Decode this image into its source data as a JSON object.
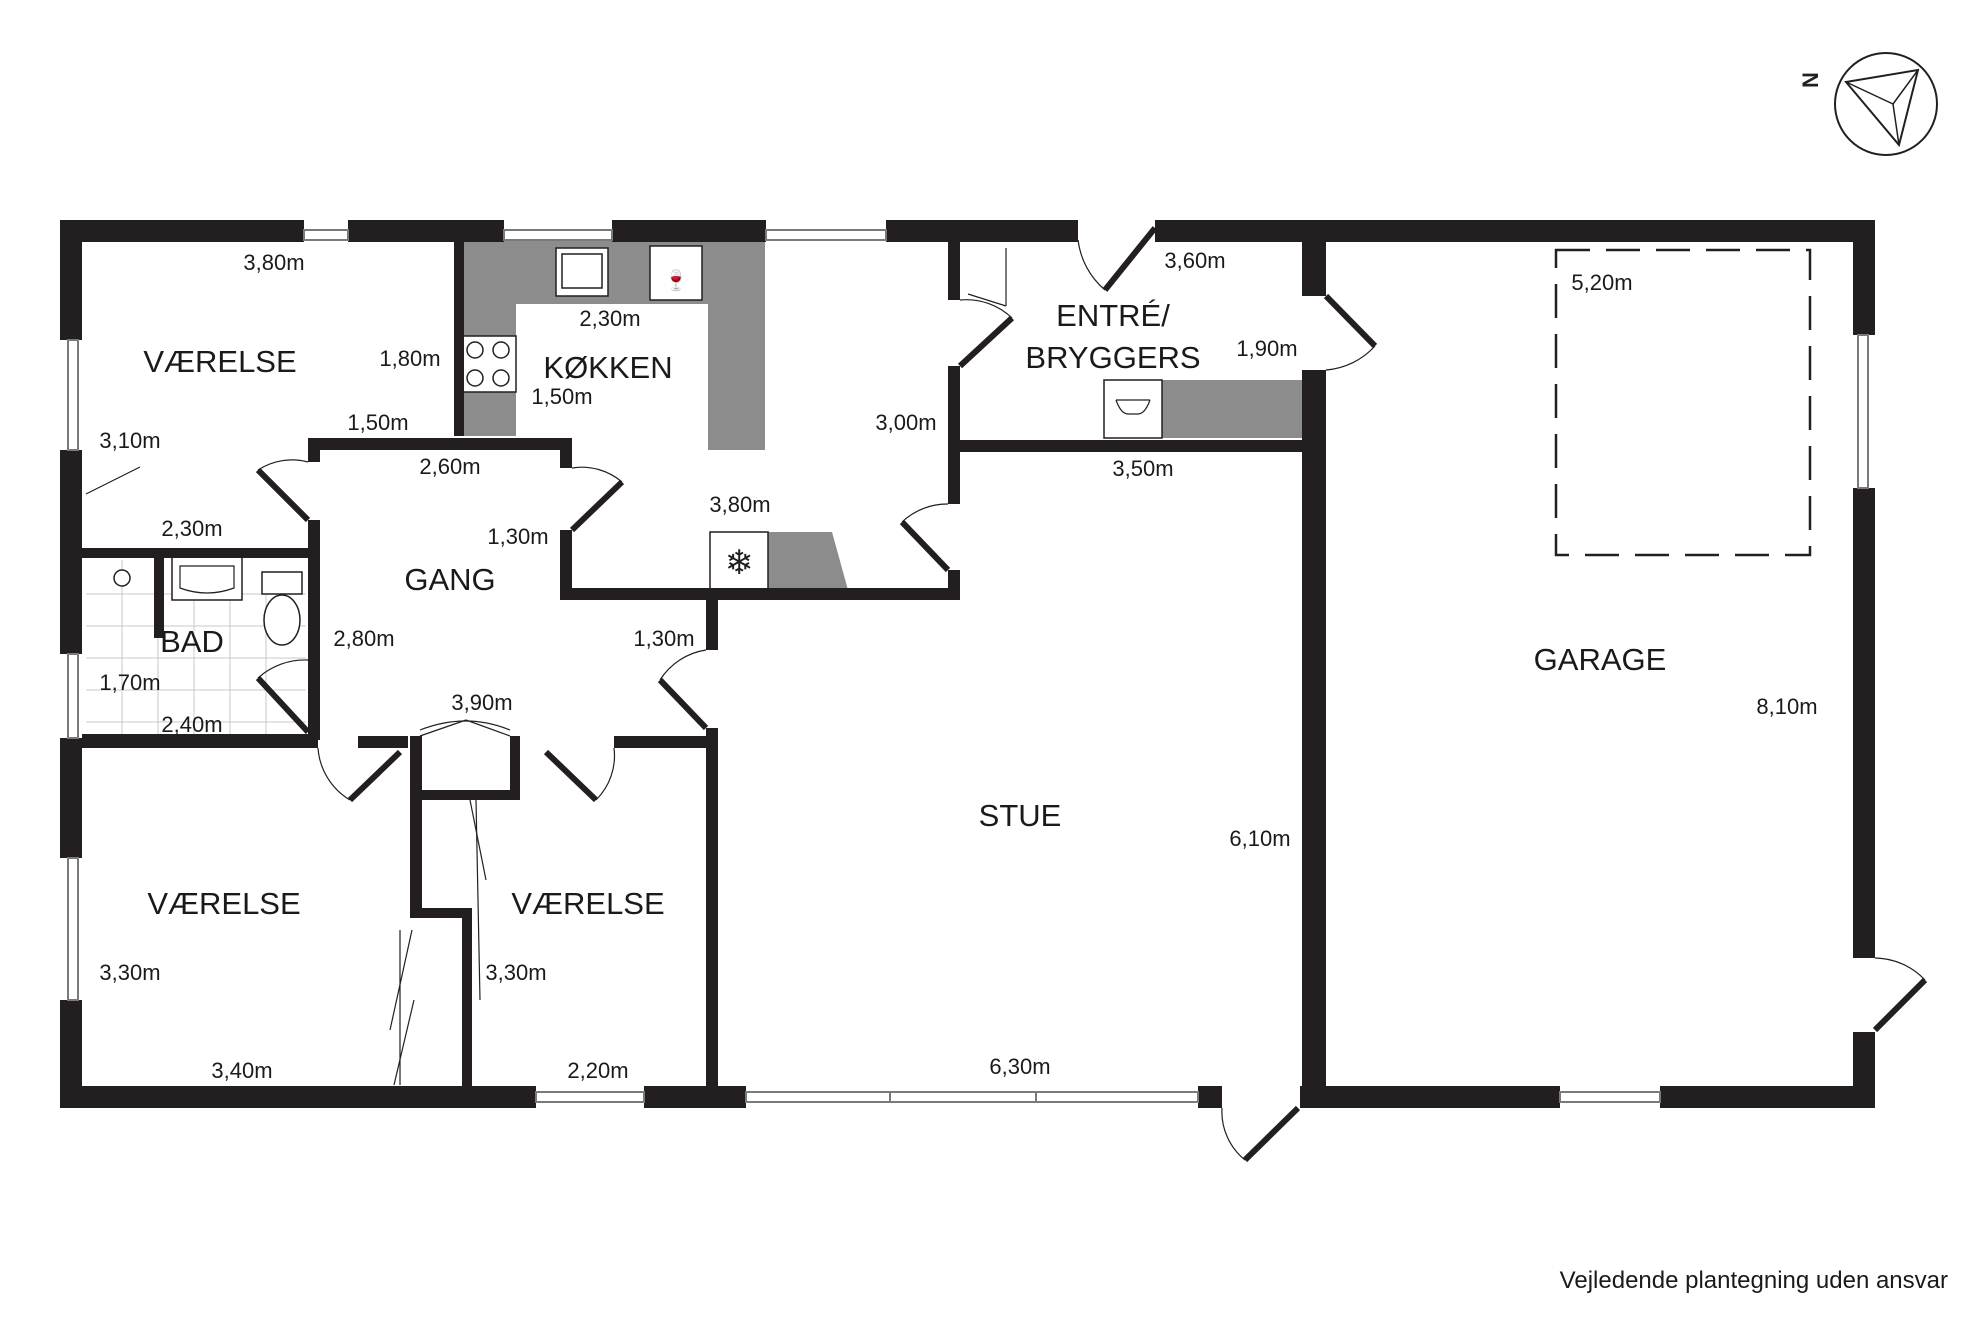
{
  "rooms": {
    "vaerelse_top": "VÆRELSE",
    "koekken": "KØKKEN",
    "entre_line1": "ENTRÉ/",
    "entre_line2": "BRYGGERS",
    "gang": "GANG",
    "bad": "BAD",
    "stue": "STUE",
    "garage": "GARAGE",
    "vaerelse_bottom_left": "VÆRELSE",
    "vaerelse_bottom_mid": "VÆRELSE"
  },
  "dimensions": {
    "d_3_80_top": "3,80m",
    "d_1_80": "1,80m",
    "d_3_10": "3,10m",
    "d_1_50_left": "1,50m",
    "d_2_30_bath": "2,30m",
    "d_2_30_kitchen": "2,30m",
    "d_1_50_kitchen": "1,50m",
    "d_3_00": "3,00m",
    "d_3_80_kitchen": "3,80m",
    "d_3_60": "3,60m",
    "d_1_90": "1,90m",
    "d_3_50": "3,50m",
    "d_5_20": "5,20m",
    "d_8_10": "8,10m",
    "d_2_60": "2,60m",
    "d_1_30_gang": "1,30m",
    "d_2_80": "2,80m",
    "d_1_30_stue": "1,30m",
    "d_1_70": "1,70m",
    "d_2_40": "2,40m",
    "d_3_90": "3,90m",
    "d_6_10": "6,10m",
    "d_3_30_left": "3,30m",
    "d_3_40": "3,40m",
    "d_3_30_mid": "3,30m",
    "d_2_20": "2,20m",
    "d_6_30": "6,30m"
  },
  "compass": {
    "north_label": "N"
  },
  "footer": {
    "disclaimer": "Vejledende plantegning uden ansvar"
  },
  "colors": {
    "wall": "#231f20",
    "counter": "#8c8c8c",
    "window_frame": "#7a7a7a",
    "background": "#ffffff"
  }
}
